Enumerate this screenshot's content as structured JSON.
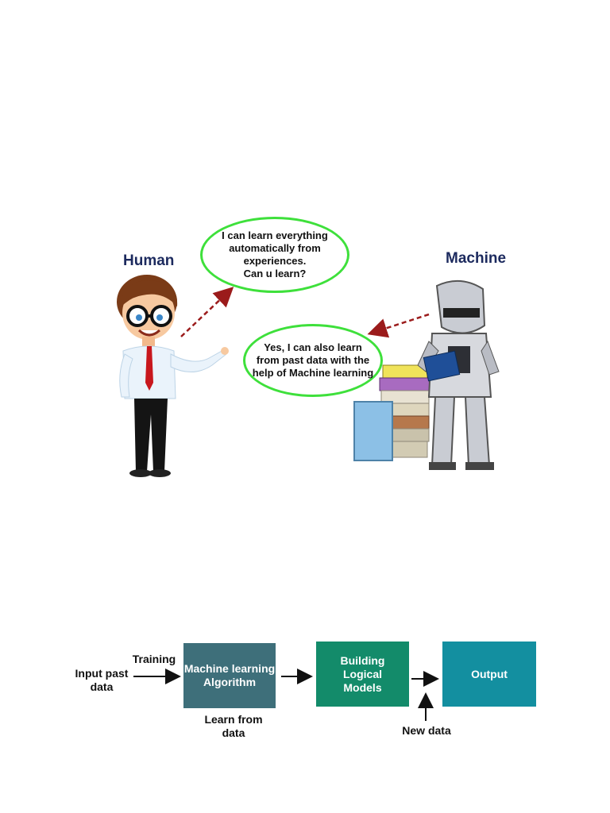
{
  "scene": {
    "human_label": "Human",
    "machine_label": "Machine",
    "human_bubble": "I can learn everything\nautomatically  from\nexperiences.\nCan u learn?",
    "machine_bubble": "Yes, I can also learn\nfrom past data with the\nhelp of Machine learning",
    "bubble_border_color": "#3ee03b",
    "arrow_color": "#9b1b1b"
  },
  "flow": {
    "input_label": "Input past\ndata",
    "training_label": "Training",
    "algorithm_box": "Machine learning\nAlgorithm",
    "learn_label": "Learn from\ndata",
    "models_box": "Building\nLogical\nModels",
    "new_data_label": "New data",
    "output_box": "Output",
    "colors": {
      "algorithm": "#3e6f7a",
      "models": "#138b6a",
      "output": "#138fa0"
    }
  }
}
